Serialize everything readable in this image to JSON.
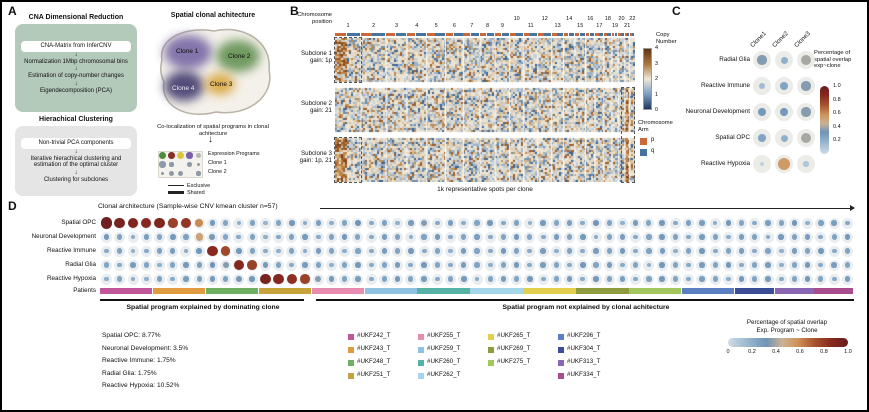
{
  "figure": {
    "panels": {
      "a": {
        "label": "A",
        "cna_title": "CNA Dimensional Reduction",
        "cna_steps": [
          "CNA-Matrix from InferCNV",
          "Normalization 1Mbp chromosomal bins",
          "Estimation of copy-number changes",
          "Eigendecomposition (PCA)"
        ],
        "hc_title": "Hierachical Clustering",
        "hc_steps": [
          "Non-trivial PCA components",
          "Iterative hierachical clustering and estimation of the optimal cluster",
          "Clustering for subclones"
        ],
        "spatial_title": "Spatial clonal achitecture",
        "clones": [
          "Clone 1",
          "Clone 2",
          "Clone 3",
          "Clone 4"
        ],
        "clone_colors": [
          "#6f5fa0",
          "#5a8a4a",
          "#d9a53c",
          "#433a6e"
        ],
        "coloc_caption": "Co-localization of spatial programs in clonal achitecture",
        "matrix_row_labels": [
          "Expression Programs",
          "Clone 1",
          "Clone 2"
        ],
        "program_colors": [
          "#4e8c3f",
          "#8a2f26",
          "#d9c53c",
          "#7b5ea7",
          "#b5b5b5"
        ],
        "mini_matrix": [
          [
            0.9,
            0.75,
            0.85,
            0.7,
            0.55
          ],
          [
            0.7,
            0.35,
            0,
            0.45,
            0.25
          ],
          [
            0.3,
            0.6,
            0.5,
            0,
            0.35
          ]
        ],
        "line_legend": [
          {
            "label": "Exclusive",
            "thickness": 1
          },
          {
            "label": "Shared",
            "thickness": 3
          }
        ]
      },
      "b": {
        "label": "B",
        "axis_label_line1": "Chromosome",
        "axis_label_line2": "position",
        "colorbar_title_line1": "Copy",
        "colorbar_title_line2": "Number",
        "colorbar_ticks": [
          "4",
          "3",
          "2",
          "1",
          "0"
        ],
        "arm_title_line1": "Chromosome",
        "arm_title_line2": "Arm",
        "arm_items": [
          {
            "label": "p",
            "color": "#c9693a"
          },
          {
            "label": "q",
            "color": "#46749f"
          }
        ],
        "bottom_caption": "1k representative spots per clone"
      },
      "c": {
        "label": "C",
        "legend_title": "Percentage of spatial overlap exp~clone",
        "legend_ticks": [
          "1.0",
          "0.8",
          "0.6",
          "0.4",
          "0.2"
        ]
      },
      "d": {
        "label": "D",
        "title": "Clonal architecture (Sample-wise CNV kmean cluster n=57)",
        "patients_label": "Patients",
        "caption_left": "Spatial program explained by dominating clone",
        "caption_right": "Spatial program not explained by clonal achitecture",
        "stats": [
          "Spatial OPC: 8.77%",
          "Neuronal Development: 3.5%",
          "Reactive Immune: 1.75%",
          "Radial Glia: 1.75%",
          "Reactive Hypoxia: 10.52%"
        ],
        "patients": [
          {
            "id": "#UKF242_T",
            "color": "#c2569b"
          },
          {
            "id": "#UKF243_T",
            "color": "#e09a40"
          },
          {
            "id": "#UKF248_T",
            "color": "#6faf62"
          },
          {
            "id": "#UKF251_T",
            "color": "#c7a33c"
          },
          {
            "id": "#UKF255_T",
            "color": "#e78cb0"
          },
          {
            "id": "#UKF259_T",
            "color": "#8fc2e0"
          },
          {
            "id": "#UKF260_T",
            "color": "#55b2a5"
          },
          {
            "id": "#UKF262_T",
            "color": "#a5d5e8"
          },
          {
            "id": "#UKF265_T",
            "color": "#e3cf4e"
          },
          {
            "id": "#UKF269_T",
            "color": "#8f9b3f"
          },
          {
            "id": "#UKF275_T",
            "color": "#a3c75c"
          },
          {
            "id": "#UKF296_T",
            "color": "#5b7fc2"
          },
          {
            "id": "#UKF304_T",
            "color": "#3b4d96"
          },
          {
            "id": "#UKF313_T",
            "color": "#8a67b3"
          },
          {
            "id": "#UKF334_T",
            "color": "#a84c8d"
          }
        ],
        "patient_columns": [
          [
            0,
            1,
            2,
            3
          ],
          [
            4,
            5,
            6,
            7
          ],
          [
            8,
            9,
            10
          ],
          [
            11,
            12,
            13,
            14
          ]
        ],
        "patient_spans": [
          [
            0,
            4
          ],
          [
            1,
            4
          ],
          [
            2,
            4
          ],
          [
            3,
            4
          ],
          [
            4,
            4
          ],
          [
            5,
            4
          ],
          [
            6,
            4
          ],
          [
            7,
            4
          ],
          [
            8,
            4
          ],
          [
            9,
            4
          ],
          [
            10,
            4
          ],
          [
            11,
            4
          ],
          [
            12,
            3
          ],
          [
            13,
            3
          ],
          [
            14,
            3
          ]
        ],
        "legend_title_line1": "Percentage of spatial overlap",
        "legend_title_line2": "Exp. Program ~ Clone",
        "legend_ticks": [
          "0",
          "0.2",
          "0.4",
          "0.6",
          "0.8",
          "1.0"
        ]
      }
    },
    "colorscale": [
      [
        0,
        "#cfdce6"
      ],
      [
        0.2,
        "#8fafca"
      ],
      [
        0.32,
        "#6f94b8"
      ],
      [
        0.45,
        "#c9b394"
      ],
      [
        0.58,
        "#cf9357"
      ],
      [
        0.72,
        "#a8542f"
      ],
      [
        0.86,
        "#88291f"
      ],
      [
        1,
        "#671d20"
      ]
    ]
  },
  "chart_data": [
    {
      "id": "panel-b-cnv-heatmap",
      "type": "heatmap",
      "title": "Copy number by chromosome position per subclone",
      "x_categories": [
        "1",
        "2",
        "3",
        "4",
        "5",
        "6",
        "7",
        "8",
        "9",
        "10",
        "11",
        "12",
        "13",
        "14",
        "15",
        "16",
        "17",
        "18",
        "19",
        "20",
        "21",
        "22"
      ],
      "rows": [
        {
          "name": "Subclone 1",
          "gain_label": "gain: 1p",
          "gains": [
            "1p"
          ]
        },
        {
          "name": "Subclone 2",
          "gain_label": "gain: 21",
          "gains": [
            "21"
          ]
        },
        {
          "name": "Subclone 3",
          "gain_label": "gain: 1p, 21",
          "gains": [
            "1p",
            "21"
          ]
        }
      ],
      "colorbar": {
        "label": "Copy Number",
        "range": [
          0,
          4
        ]
      },
      "note": "1k representative spots per clone"
    },
    {
      "id": "panel-c-dotplot",
      "type": "scatter",
      "columns": [
        "Clone1",
        "Clone2",
        "Clone3"
      ],
      "rows": [
        "Radial Glia",
        "Reactive Immune",
        "Neuronal Development",
        "Spatial OPC",
        "Reactive Hypoxia"
      ],
      "values": [
        [
          0.35,
          0.2,
          0.4
        ],
        [
          0.15,
          0.25,
          0.35
        ],
        [
          0.3,
          0.3,
          0.35
        ],
        [
          0.25,
          0.2,
          0.4
        ],
        [
          0.05,
          0.55,
          0.1
        ]
      ],
      "value_label": "Percentage of spatial overlap exp~clone",
      "value_range": [
        0,
        1
      ]
    },
    {
      "id": "panel-d-dotplot",
      "type": "scatter",
      "rows": [
        "Spatial OPC",
        "Neuronal Development",
        "Reactive Immune",
        "Radial Glia",
        "Reactive Hypoxia"
      ],
      "n_cols": 57,
      "values": [
        [
          0.97,
          0.93,
          0.9,
          0.86,
          0.9,
          0.78,
          0.82,
          0.6,
          0.3,
          0.24,
          0.2,
          0.26,
          0.18,
          0.24,
          0.3,
          0.22,
          0.27,
          0.2,
          0.25,
          0.32,
          0.22,
          0.26,
          0.19,
          0.28,
          0.35,
          0.22,
          0.27,
          0.21,
          0.24,
          0.3,
          0.23,
          0.26,
          0.2,
          0.29,
          0.24,
          0.27,
          0.22,
          0.31,
          0.25,
          0.2,
          0.28,
          0.24,
          0.3,
          0.22,
          0.26,
          0.28,
          0.21,
          0.3,
          0.24,
          0.22,
          0.27,
          0.25,
          0.31,
          0.2,
          0.26,
          0.28,
          0.23
        ],
        [
          0.3,
          0.26,
          0.22,
          0.28,
          0.24,
          0.3,
          0.26,
          0.52,
          0.34,
          0.24,
          0.22,
          0.26,
          0.2,
          0.23,
          0.26,
          0.29,
          0.22,
          0.25,
          0.3,
          0.24,
          0.22,
          0.28,
          0.25,
          0.2,
          0.26,
          0.3,
          0.22,
          0.25,
          0.28,
          0.22,
          0.25,
          0.3,
          0.24,
          0.22,
          0.28,
          0.25,
          0.3,
          0.22,
          0.25,
          0.28,
          0.22,
          0.25,
          0.3,
          0.25,
          0.22,
          0.28,
          0.25,
          0.2,
          0.28,
          0.25,
          0.22,
          0.3,
          0.25,
          0.28,
          0.22,
          0.25,
          0.3
        ],
        [
          0.22,
          0.25,
          0.2,
          0.23,
          0.26,
          0.28,
          0.22,
          0.3,
          0.86,
          0.76,
          0.3,
          0.25,
          0.22,
          0.2,
          0.25,
          0.22,
          0.28,
          0.25,
          0.2,
          0.25,
          0.22,
          0.28,
          0.25,
          0.3,
          0.22,
          0.25,
          0.2,
          0.28,
          0.25,
          0.22,
          0.3,
          0.25,
          0.22,
          0.28,
          0.2,
          0.25,
          0.22,
          0.28,
          0.25,
          0.3,
          0.22,
          0.25,
          0.28,
          0.2,
          0.25,
          0.3,
          0.22,
          0.25,
          0.28,
          0.22,
          0.25,
          0.2,
          0.28,
          0.25,
          0.3,
          0.22,
          0.25
        ],
        [
          0.25,
          0.22,
          0.28,
          0.25,
          0.2,
          0.25,
          0.3,
          0.26,
          0.32,
          0.35,
          0.88,
          0.78,
          0.3,
          0.25,
          0.22,
          0.28,
          0.25,
          0.2,
          0.25,
          0.3,
          0.22,
          0.25,
          0.28,
          0.22,
          0.3,
          0.25,
          0.22,
          0.28,
          0.25,
          0.2,
          0.25,
          0.3,
          0.22,
          0.28,
          0.25,
          0.22,
          0.3,
          0.25,
          0.28,
          0.22,
          0.25,
          0.2,
          0.3,
          0.25,
          0.22,
          0.28,
          0.25,
          0.3,
          0.22,
          0.25,
          0.28,
          0.2,
          0.25,
          0.3,
          0.22,
          0.28,
          0.25
        ],
        [
          0.2,
          0.24,
          0.22,
          0.2,
          0.25,
          0.22,
          0.28,
          0.25,
          0.3,
          0.26,
          0.34,
          0.3,
          0.92,
          0.88,
          0.84,
          0.78,
          0.36,
          0.3,
          0.25,
          0.28,
          0.22,
          0.25,
          0.3,
          0.25,
          0.28,
          0.22,
          0.25,
          0.3,
          0.22,
          0.25,
          0.28,
          0.25,
          0.3,
          0.22,
          0.25,
          0.28,
          0.22,
          0.3,
          0.25,
          0.28,
          0.22,
          0.25,
          0.3,
          0.25,
          0.22,
          0.28,
          0.25,
          0.2,
          0.3,
          0.25,
          0.28,
          0.22,
          0.25,
          0.3,
          0.25,
          0.22,
          0.28
        ]
      ],
      "value_label": "Percentage of spatial overlap Exp. Program ~ Clone",
      "value_range": [
        0,
        1
      ]
    }
  ]
}
